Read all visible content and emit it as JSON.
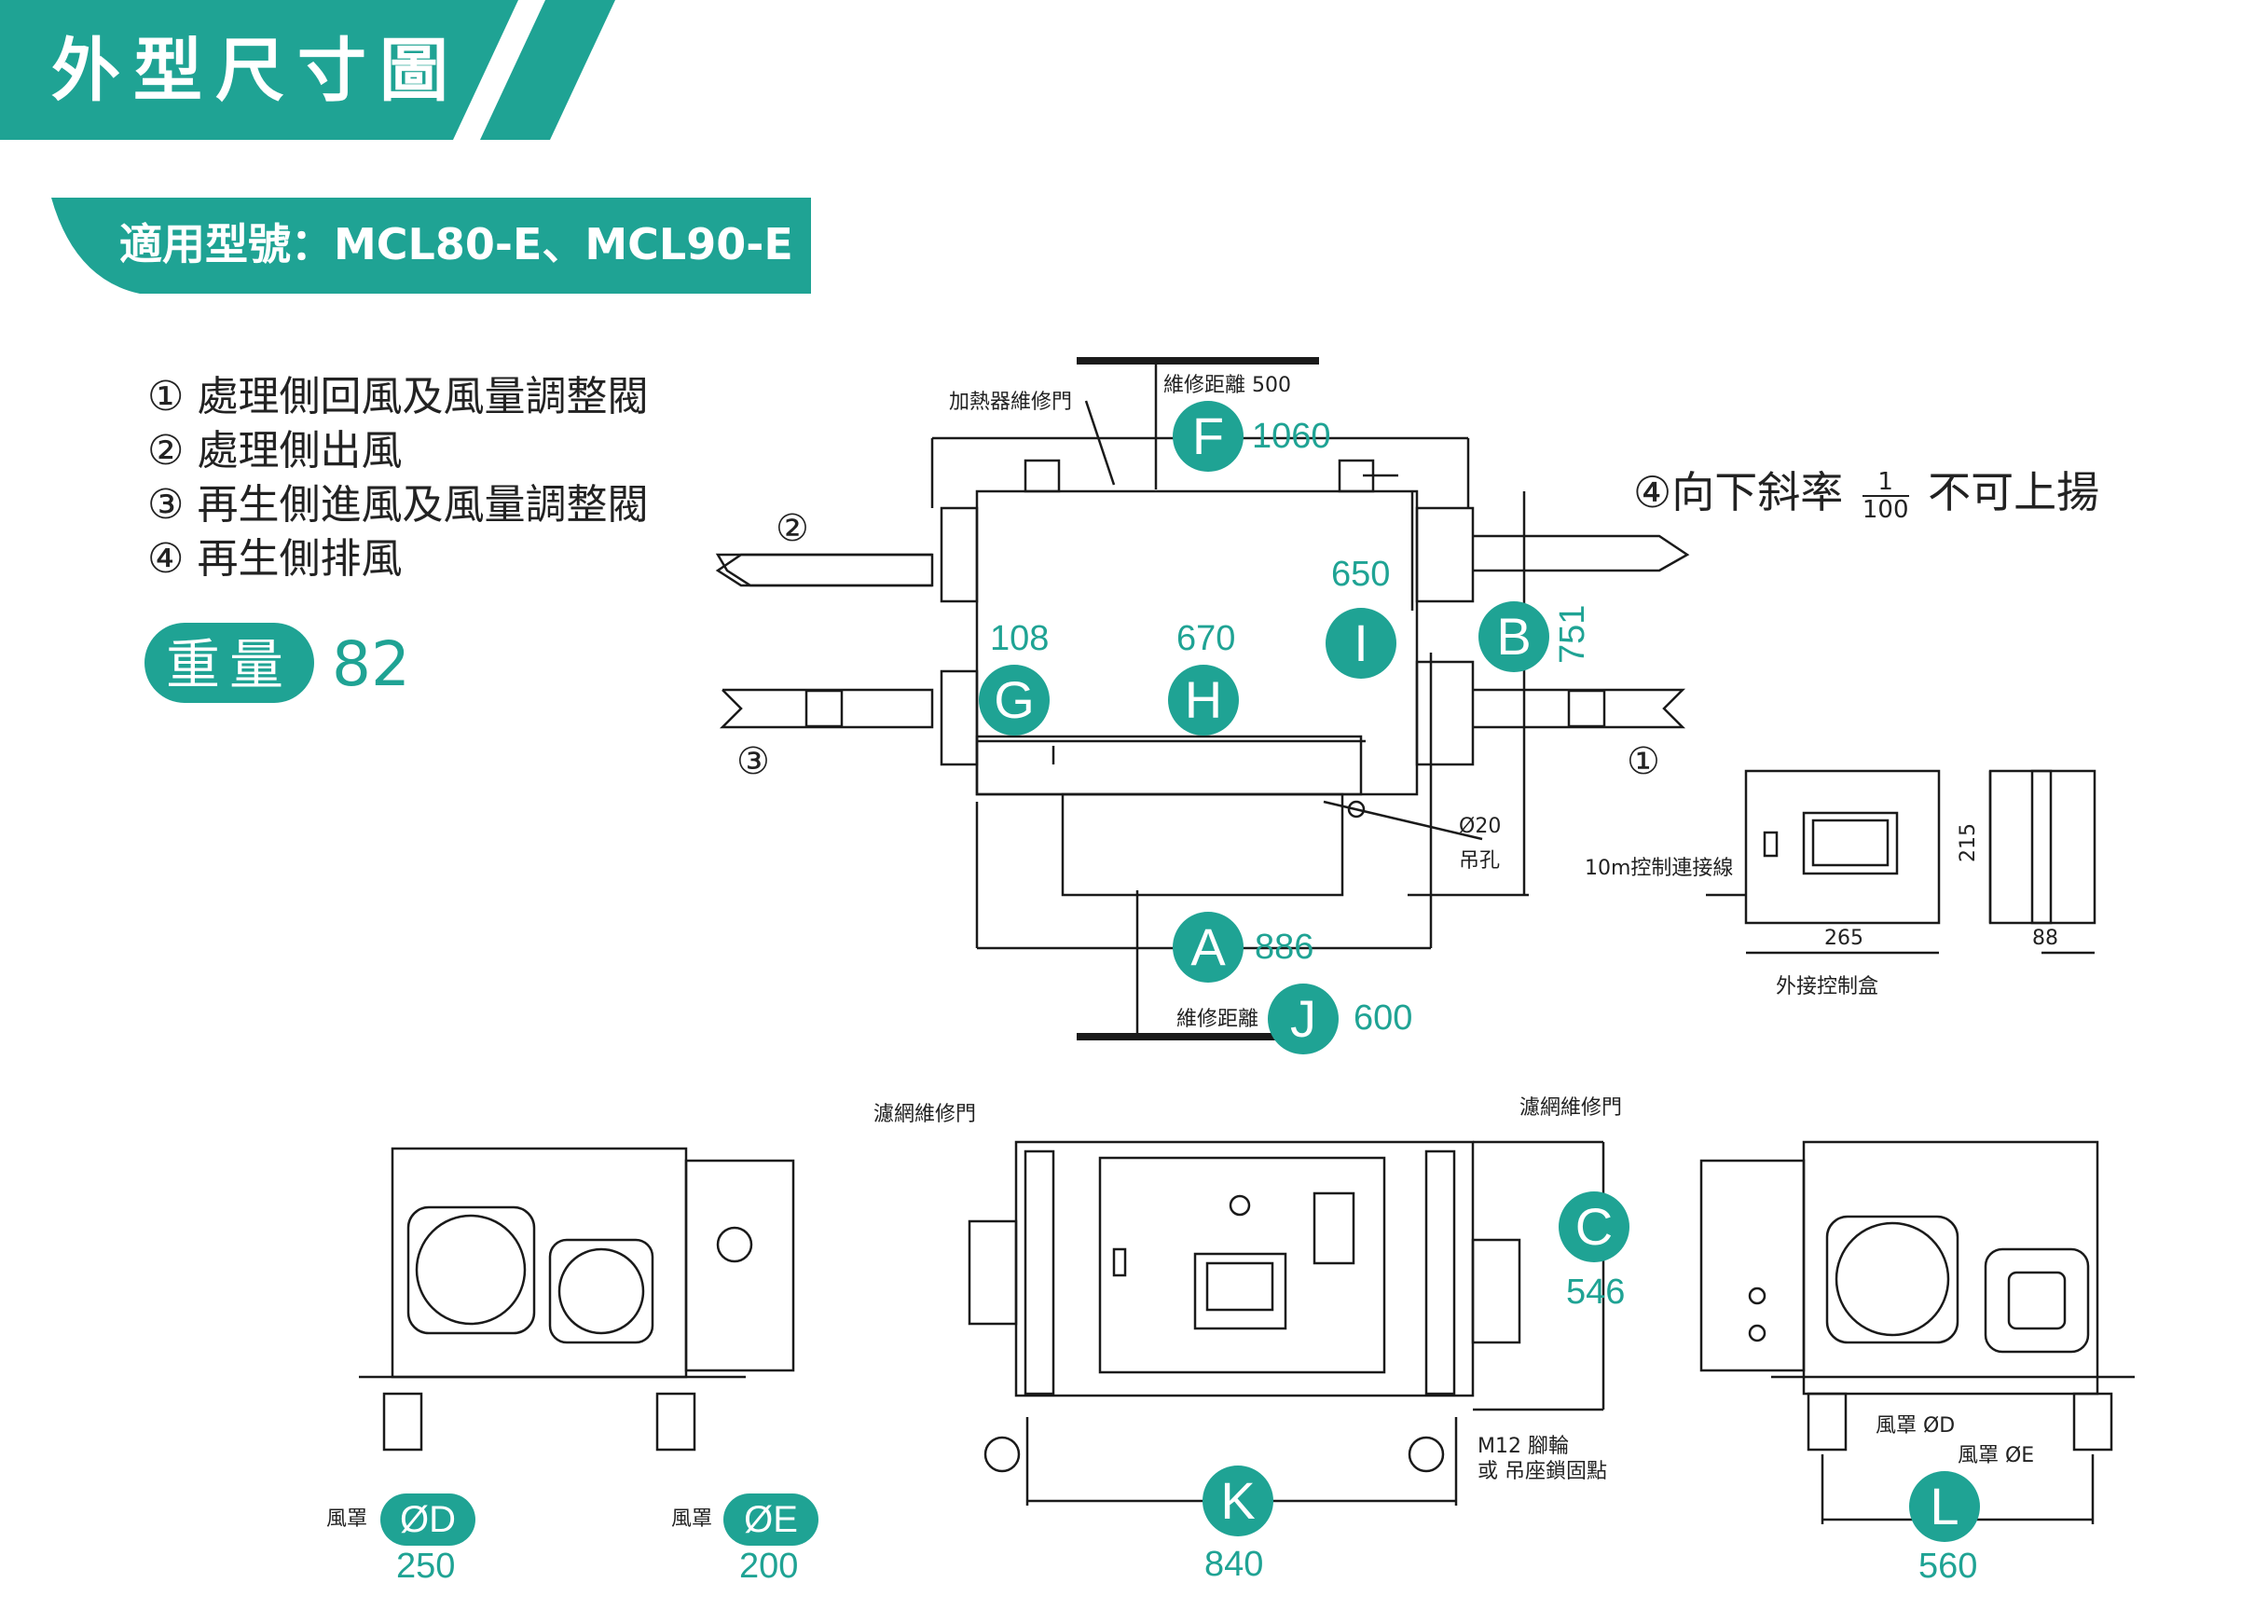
{
  "header": {
    "title": "外型尺寸圖",
    "subtitle": "適用型號：MCL80-E、MCL90-E"
  },
  "legend": [
    {
      "num": "①",
      "text": "處理側回風及風量調整閥"
    },
    {
      "num": "②",
      "text": "處理側出風"
    },
    {
      "num": "③",
      "text": "再生側進風及風量調整閥"
    },
    {
      "num": "④",
      "text": "再生側排風"
    }
  ],
  "weight": {
    "label": "重量",
    "value": "82"
  },
  "slope_note": {
    "prefix": "④向下斜率",
    "numerator": "1",
    "denominator": "100",
    "suffix": "不可上揚"
  },
  "top_view": {
    "heater_door": "加熱器維修門",
    "service_top": "維修距離 500",
    "service_bottom_label": "維修距離",
    "hanging_hole": "吊孔",
    "hole_dia": "Ø20",
    "port_labels": {
      "out": "②",
      "in_regen": "③",
      "in_proc": "①"
    },
    "dims": [
      {
        "letter": "F",
        "value": "1060"
      },
      {
        "letter": "I",
        "value": "650"
      },
      {
        "letter": "B",
        "value": "751"
      },
      {
        "letter": "G",
        "value": "108"
      },
      {
        "letter": "H",
        "value": "670"
      },
      {
        "letter": "A",
        "value": "886"
      },
      {
        "letter": "J",
        "value": "600"
      }
    ]
  },
  "control_box": {
    "cable_label": "10m控制連接線",
    "name": "外接控制盒",
    "width": "265",
    "height": "215",
    "depth": "88"
  },
  "side_view_left": {
    "hood_label_1": "風罩",
    "hood_label_2": "風罩",
    "d_label": "ØD",
    "d_value": "250",
    "e_label": "ØE",
    "e_value": "200"
  },
  "front_view": {
    "filter_door_left": "濾網維修門",
    "filter_door_right": "濾網維修門",
    "caster_label_1": "M12 腳輪",
    "caster_label_2": "或 吊座鎖固點",
    "dims": [
      {
        "letter": "C",
        "value": "546"
      },
      {
        "letter": "K",
        "value": "840"
      }
    ]
  },
  "side_view_right": {
    "hood_d": "風罩 ØD",
    "hood_e": "風罩 ØE",
    "dims": [
      {
        "letter": "L",
        "value": "560"
      }
    ]
  },
  "colors": {
    "accent": "#1fa394",
    "line": "#1a1a1a"
  }
}
